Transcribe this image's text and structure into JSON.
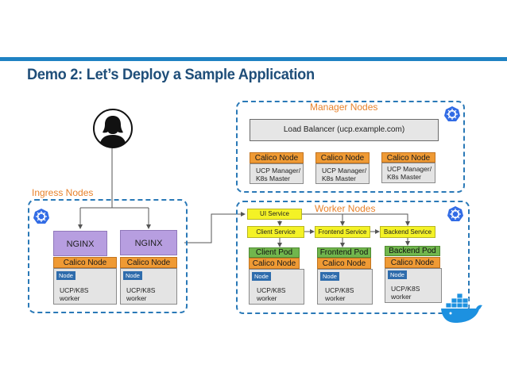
{
  "title": "Demo 2: Let’s Deploy a Sample Application",
  "colors": {
    "accent_blue": "#1f82c3",
    "title_blue": "#1f4e79",
    "zone_border": "#2a79b7",
    "zone_label": "#e8822b",
    "calico_orange": "#ef9a34",
    "nginx_purple": "#b79ee0",
    "service_yellow": "#f4f226",
    "pod_green": "#71b64d"
  },
  "icons": {
    "user": "user-icon",
    "kubernetes": "kubernetes-helm-icon",
    "docker": "docker-whale-icon"
  },
  "manager": {
    "label": "Manager Nodes",
    "load_balancer": "Load Balancer (ucp.example.com)",
    "nodes": [
      {
        "calico": "Calico Node",
        "role": "UCP Manager/\nK8s Master"
      },
      {
        "calico": "Calico Node",
        "role": "UCP Manager/\nK8s Master"
      },
      {
        "calico": "Calico Node",
        "role": "UCP Manager/\nK8s Master"
      }
    ]
  },
  "ingress": {
    "label": "Ingress Nodes",
    "nodes": [
      {
        "nginx": "NGINX",
        "calico": "Calico Node",
        "tag": "Node",
        "role": "UCP/K8S\nworker"
      },
      {
        "nginx": "NGINX",
        "calico": "Calico Node",
        "tag": "Node",
        "role": "UCP/K8S\nworker"
      }
    ]
  },
  "worker": {
    "label": "Worker Nodes",
    "ui_service": "UI Service",
    "services": [
      "Client Service",
      "Frontend Service",
      "Backend Service"
    ],
    "nodes": [
      {
        "pod": "Client Pod",
        "calico": "Calico Node",
        "tag": "Node",
        "role": "UCP/K8S\nworker"
      },
      {
        "pod": "Frontend Pod",
        "calico": "Calico Node",
        "tag": "Node",
        "role": "UCP/K8S\nworker"
      },
      {
        "pod": "Backend Pod",
        "calico": "Calico Node",
        "tag": "Node",
        "role": "UCP/K8S\nworker"
      }
    ]
  }
}
